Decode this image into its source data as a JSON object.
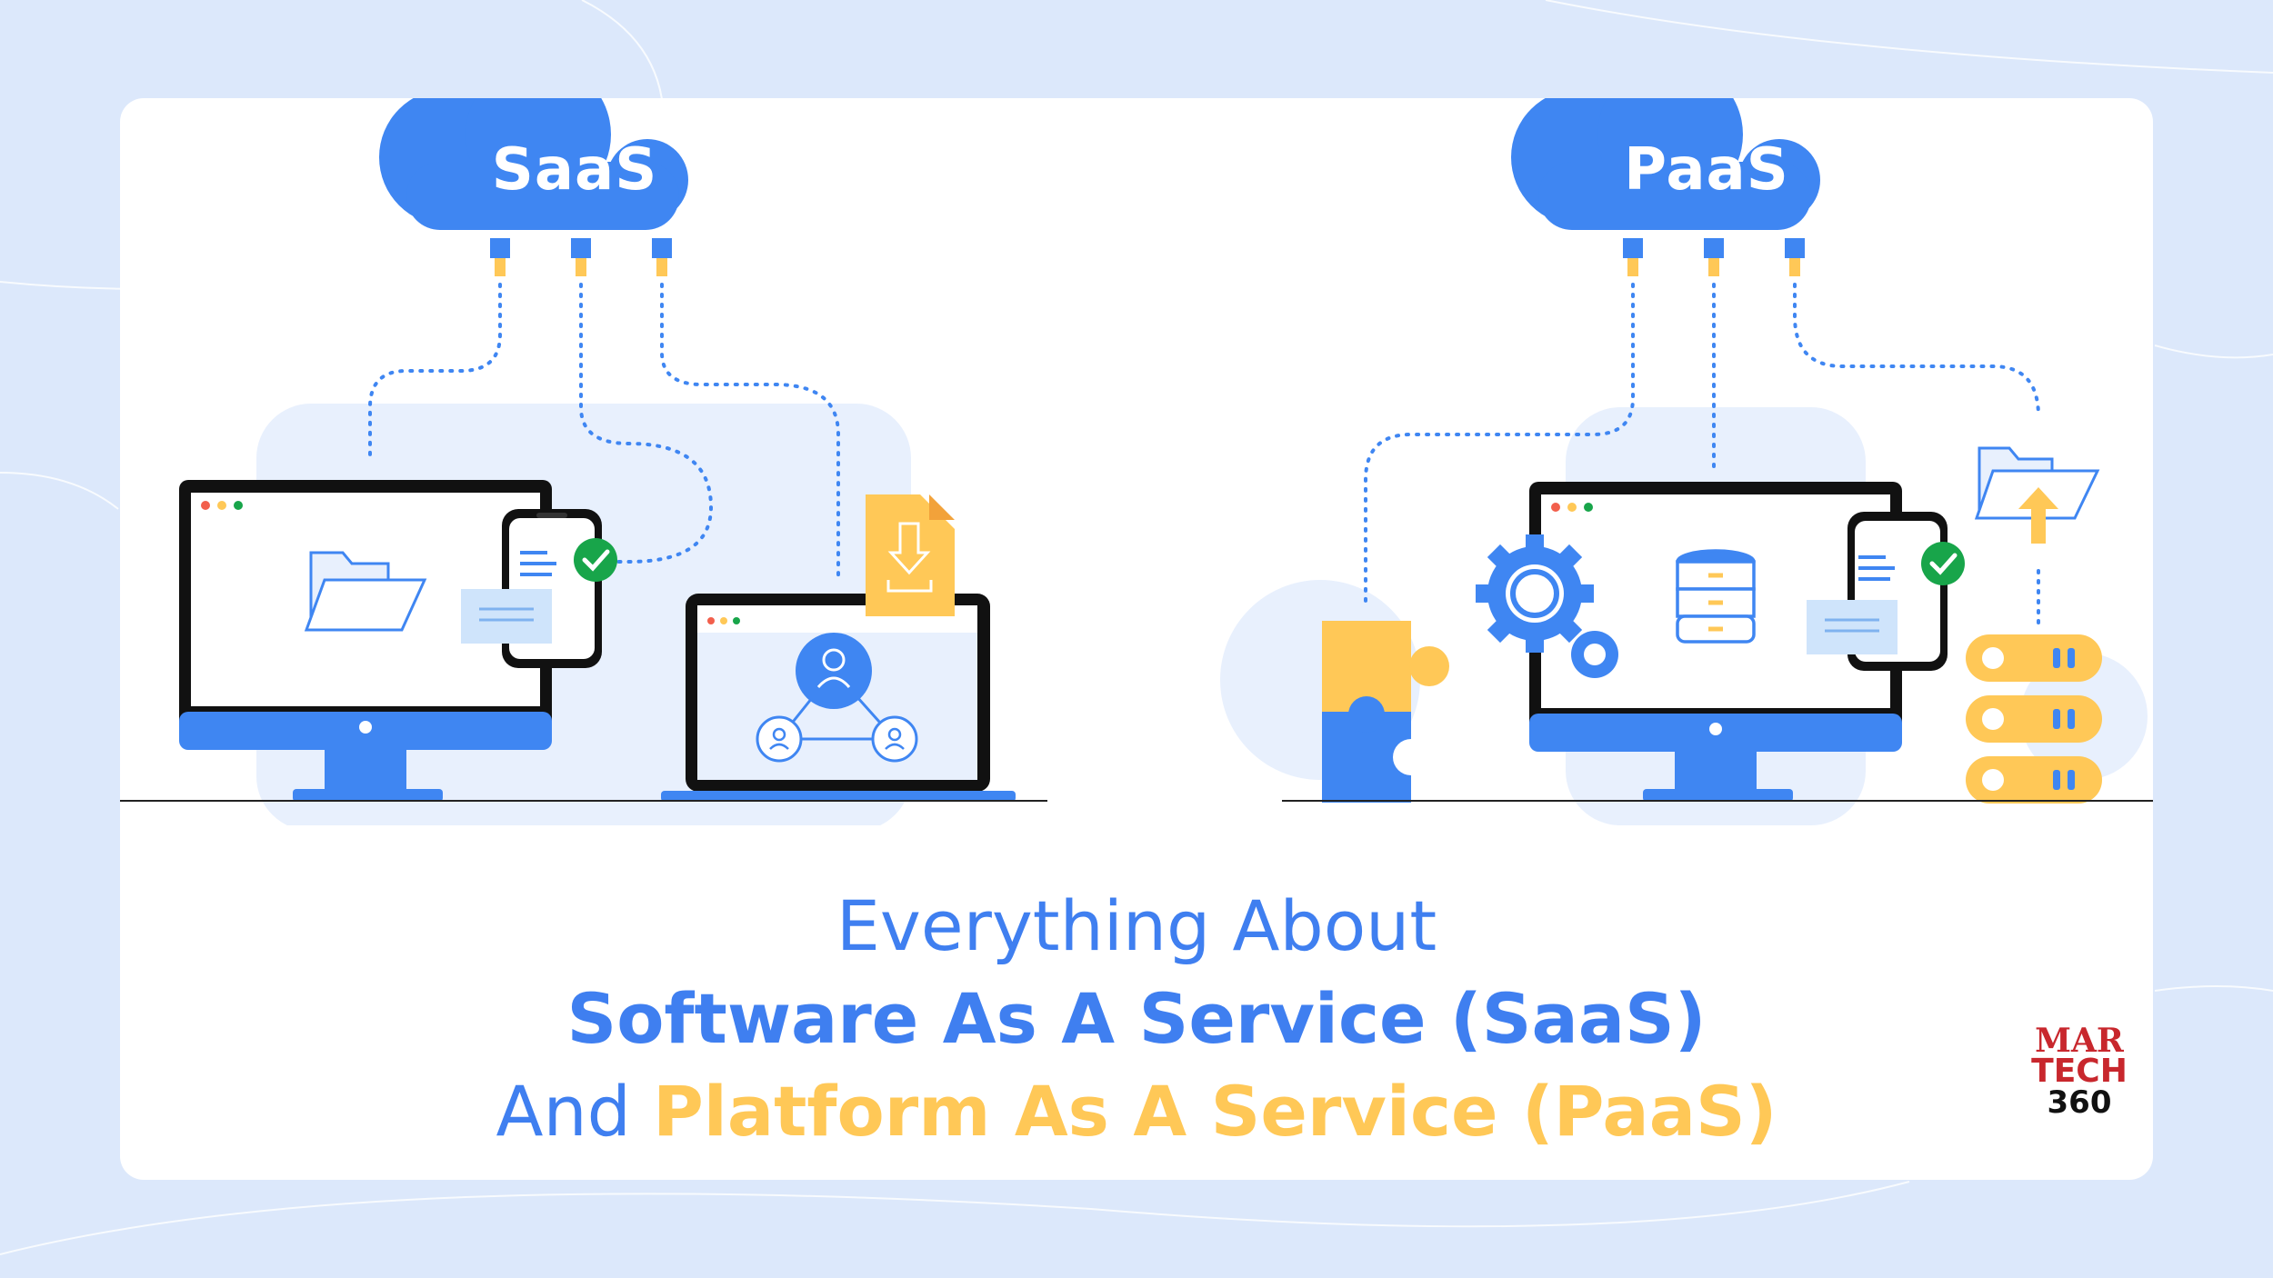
{
  "clouds": {
    "left_label": "SaaS",
    "right_label": "PaaS"
  },
  "headline": {
    "line1": "Everything About",
    "line2": "Software As A Service (SaaS)",
    "line3_plain": "And ",
    "line3_accent": "Platform As A Service (PaaS)"
  },
  "logo": {
    "line1": "MAR",
    "line2": "TECH",
    "line3": "360"
  },
  "colors": {
    "background": "#dce8fb",
    "primary_blue": "#3f7ff0",
    "accent_yellow": "#ffc857",
    "logo_red": "#c8272d",
    "check_green": "#18a54a"
  },
  "icons": [
    "cloud-icon",
    "folder-icon",
    "chat-bubble-icon",
    "check-icon",
    "download-file-icon",
    "user-network-icon",
    "gear-icon",
    "database-icon",
    "puzzle-icon",
    "server-stack-icon",
    "upload-folder-icon"
  ]
}
